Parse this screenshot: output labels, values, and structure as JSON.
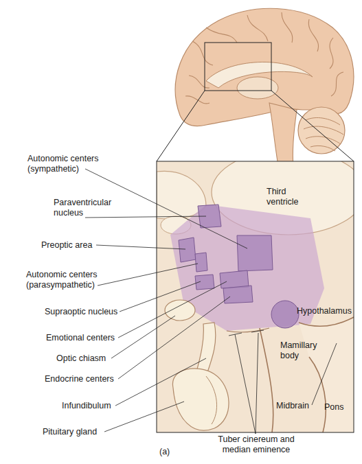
{
  "diagram": {
    "labels": [
      "Autonomic centers (sympathetic)",
      "Paraventricular nucleus",
      "Preoptic area",
      "Autonomic centers (parasympathetic)",
      "Supraoptic nucleus",
      "Emotional centers",
      "Optic chiasm",
      "Endocrine centers",
      "Infundibulum",
      "Pituitary gland",
      "Third ventricle",
      "Hypothalamus",
      "Mamillary body",
      "Midbrain",
      "Pons",
      "Tuber cinereum and median eminence",
      "(a)"
    ]
  }
}
